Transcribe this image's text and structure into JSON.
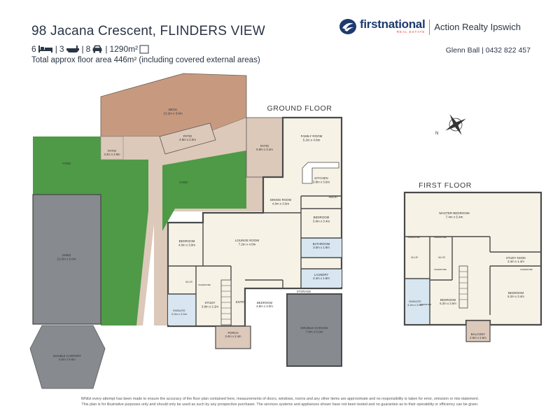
{
  "header": {
    "address": "98 Jacana Crescent, FLINDERS VIEW",
    "bedrooms": "6",
    "bathrooms": "3",
    "car_spaces": "8",
    "land_size": "1290m²",
    "floor_area_note": "Total approx floor area 446m² (including covered external areas)"
  },
  "agency": {
    "brand": "firstnational",
    "tagline": "REAL ESTATE",
    "office": "Action Realty Ipswich",
    "agent": "Glenn Ball | 0432 822 457"
  },
  "colors": {
    "grass": "#4e9a47",
    "deck": "#c79a80",
    "paving": "#dcc9ba",
    "garage": "#878b90",
    "interior": "#f6f2e6",
    "wet_area": "#d7e6f0",
    "wall": "#4a4a4a"
  },
  "ground_floor": {
    "heading": "GROUND FLOOR",
    "rooms": [
      {
        "id": "deck",
        "name": "DECK",
        "size": "13.2m x 3.6m"
      },
      {
        "id": "patio-rear",
        "name": "PATIO",
        "size": "4.8m x 2.0m"
      },
      {
        "id": "patio-left",
        "name": "PATIO",
        "size": "3.2m x 2.9m"
      },
      {
        "id": "patio-side",
        "name": "PATIO",
        "size": "5.8m x 3.4m"
      },
      {
        "id": "yard-left",
        "name": "YARD",
        "size": ""
      },
      {
        "id": "yard-mid",
        "name": "YARD",
        "size": ""
      },
      {
        "id": "shed",
        "name": "SHED",
        "size": "12.0m x 6.0m"
      },
      {
        "id": "carport",
        "name": "DOUBLE CARPORT",
        "size": "6.0m x 6.6m"
      },
      {
        "id": "family",
        "name": "FAMILY ROOM",
        "size": "5.2m x 4.8m"
      },
      {
        "id": "kitchen",
        "name": "KITCHEN",
        "size": "3.8m x 3.6m"
      },
      {
        "id": "pantry",
        "name": "PANTRY",
        "size": ""
      },
      {
        "id": "dining",
        "name": "DINING ROOM",
        "size": "4.0m x 3.6m"
      },
      {
        "id": "bed-gf1",
        "name": "BEDROOM",
        "size": "3.6m x 3.4m"
      },
      {
        "id": "bath-gf",
        "name": "BATHROOM",
        "size": "3.0m x 1.8m"
      },
      {
        "id": "laundry",
        "name": "LAUNDRY",
        "size": "4.2m x 1.8m"
      },
      {
        "id": "storage",
        "name": "STORAGE",
        "size": ""
      },
      {
        "id": "lounge",
        "name": "LOUNGE ROOM",
        "size": "7.2m x 4.0m"
      },
      {
        "id": "bed-gf2",
        "name": "BEDROOM",
        "size": "4.0m x 3.8m"
      },
      {
        "id": "wir-gf",
        "name": "W.I.R",
        "size": ""
      },
      {
        "id": "wardrobe-gf",
        "name": "WARDROBE",
        "size": ""
      },
      {
        "id": "ensuite-gf",
        "name": "ENSUITE",
        "size": "2.0m x 2.0m"
      },
      {
        "id": "study",
        "name": "STUDY",
        "size": "3.8m x 2.2m"
      },
      {
        "id": "entry",
        "name": "ENTRY",
        "size": ""
      },
      {
        "id": "bed-gf3",
        "name": "BEDROOM",
        "size": "3.8m x 3.0m"
      },
      {
        "id": "porch",
        "name": "PORCH",
        "size": "3.4m x 2.4m"
      },
      {
        "id": "garage",
        "name": "DOUBLE GARAGE",
        "size": "7.9m x 6.0m"
      }
    ]
  },
  "first_floor": {
    "heading": "FIRST FLOOR",
    "rooms": [
      {
        "id": "master",
        "name": "MASTER BEDROOM",
        "size": "7.4m x 5.4m"
      },
      {
        "id": "wardrobe-ff1",
        "name": "WARDROBE",
        "size": ""
      },
      {
        "id": "wardrobe-ff2",
        "name": "WARDROBE",
        "size": ""
      },
      {
        "id": "wardrobe-ff3",
        "name": "WARDROBE",
        "size": ""
      },
      {
        "id": "wardrobe-ff4",
        "name": "WARDROBE",
        "size": ""
      },
      {
        "id": "wardrobe-ff5",
        "name": "WARDROBE",
        "size": ""
      },
      {
        "id": "wir-ff1",
        "name": "W.I.R",
        "size": ""
      },
      {
        "id": "wir-ff2",
        "name": "W.I.R",
        "size": ""
      },
      {
        "id": "study-nook",
        "name": "STUDY NOOK",
        "size": "3.4m x 1.4m"
      },
      {
        "id": "ensuite-ff",
        "name": "ENSUITE",
        "size": "4.2m x 2.6m"
      },
      {
        "id": "bed-ff1",
        "name": "BEDROOM",
        "size": "5.2m x 2.6m"
      },
      {
        "id": "bed-ff2",
        "name": "BEDROOM",
        "size": "5.2m x 3.4m"
      },
      {
        "id": "balcony",
        "name": "BALCONY",
        "size": "2.6m x 2.6m"
      }
    ]
  },
  "disclaimer": {
    "line1": "Whilst every attempt has been made to ensure the accuracy of the floor plan contained here, measurements of doors, windows, rooms and any other items are approximate and no responsibility is taken for error, omission or mis-statement.",
    "line2": "This plan is for illustrative purposes only and should only be used as such by any prospective purchaser. The services systems and appliances shown have not been tested and no guarantee as to their operability or efficiency can be given."
  }
}
